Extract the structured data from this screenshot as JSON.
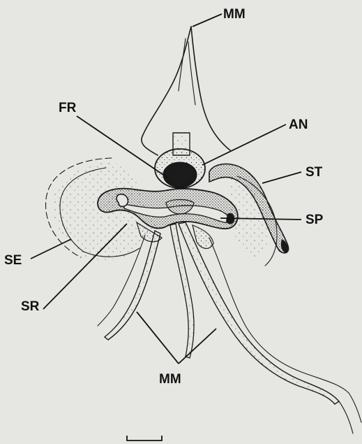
{
  "figure": {
    "labels": {
      "mm_top": "MM",
      "fr": "FR",
      "an": "AN",
      "st": "ST",
      "sp": "SP",
      "se": "SE",
      "sr": "SR",
      "mm_bottom": "MM"
    },
    "colors": {
      "background": "#e6e7e3",
      "ink": "#1a1a1a"
    }
  }
}
